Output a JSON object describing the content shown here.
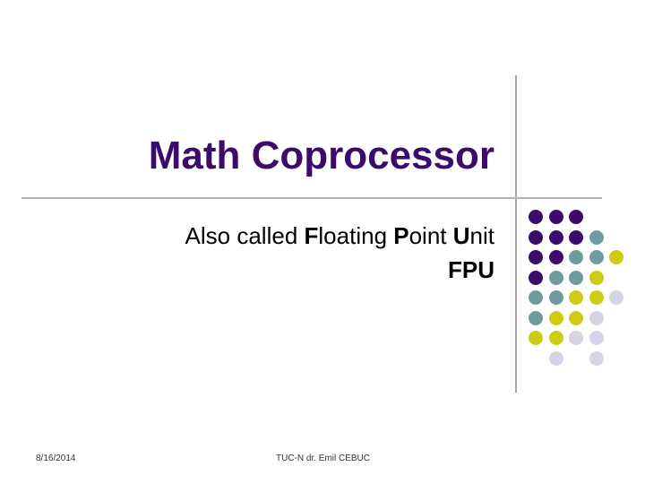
{
  "slide": {
    "title": "Math Coprocessor",
    "subtitle": {
      "parts": [
        {
          "text": "Also called ",
          "bold": false
        },
        {
          "text": "F",
          "bold": true
        },
        {
          "text": "loating ",
          "bold": false
        },
        {
          "text": "P",
          "bold": true
        },
        {
          "text": "oint ",
          "bold": false
        },
        {
          "text": "U",
          "bold": true
        },
        {
          "text": "nit",
          "bold": false
        }
      ],
      "line2": "FPU"
    },
    "title_color": "#3b0c6b"
  },
  "footer": {
    "date": "8/16/2014",
    "author": "TUC-N dr. Emil CEBUC"
  },
  "decoration": {
    "colors": {
      "p": "#3b0c6b",
      "t": "#6e9c9e",
      "y": "#cccc14",
      "l": "#d4d4e6"
    },
    "grid": [
      "ppp..",
      "pppt.",
      "pptty",
      "ptty.",
      "ttyyl",
      "tyyl.",
      "yyll.",
      ".l.l."
    ]
  }
}
